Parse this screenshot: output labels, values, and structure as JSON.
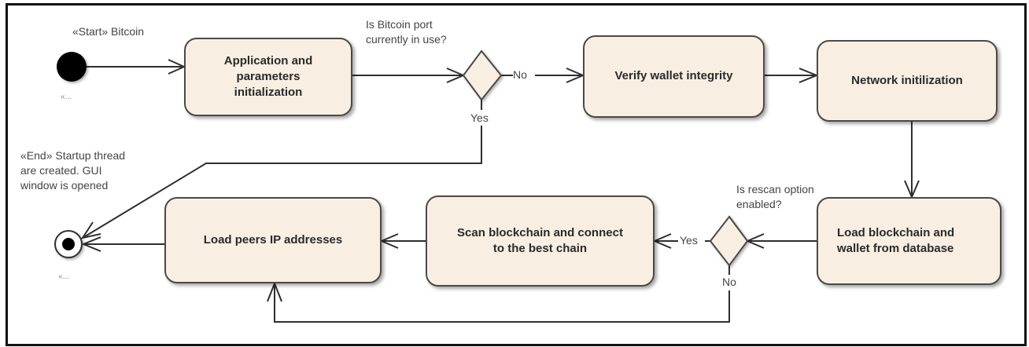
{
  "diagram": {
    "type": "UML activity diagram",
    "start": {
      "stereotype_label": "«Start» Bitcoin",
      "name_label": "«..."
    },
    "end": {
      "stereotype_label": "«End» Startup thread\nare created. GUI\nwindow is opened",
      "name_label": "«..."
    },
    "actions": {
      "app_init": "Application and\nparameters\ninitialization",
      "verify_wallet": "Verify wallet integrity",
      "network_init": "Network initilization",
      "load_blockchain": "Load blockchain and\nwallet from database",
      "scan_blockchain": "Scan blockchain and connect\nto the best chain",
      "load_peers": "Load peers IP addresses"
    },
    "decisions": {
      "port_in_use": {
        "question": "Is Bitcoin port\ncurrently in use?",
        "no": "No",
        "yes": "Yes"
      },
      "rescan": {
        "question": "Is rescan option\nenabled?",
        "yes": "Yes",
        "no": "No"
      }
    },
    "colors": {
      "action_fill": "#f8efe2",
      "stroke": "#4a4a44",
      "frame": "#111111"
    },
    "edges": [
      {
        "from": "start",
        "to": "app_init"
      },
      {
        "from": "app_init",
        "to": "port_in_use"
      },
      {
        "from": "port_in_use",
        "to": "verify_wallet",
        "guard": "No"
      },
      {
        "from": "port_in_use",
        "to": "end",
        "guard": "Yes"
      },
      {
        "from": "verify_wallet",
        "to": "network_init"
      },
      {
        "from": "network_init",
        "to": "load_blockchain"
      },
      {
        "from": "load_blockchain",
        "to": "rescan"
      },
      {
        "from": "rescan",
        "to": "scan_blockchain",
        "guard": "Yes"
      },
      {
        "from": "rescan",
        "to": "load_peers",
        "guard": "No"
      },
      {
        "from": "scan_blockchain",
        "to": "load_peers"
      },
      {
        "from": "load_peers",
        "to": "end"
      }
    ]
  }
}
